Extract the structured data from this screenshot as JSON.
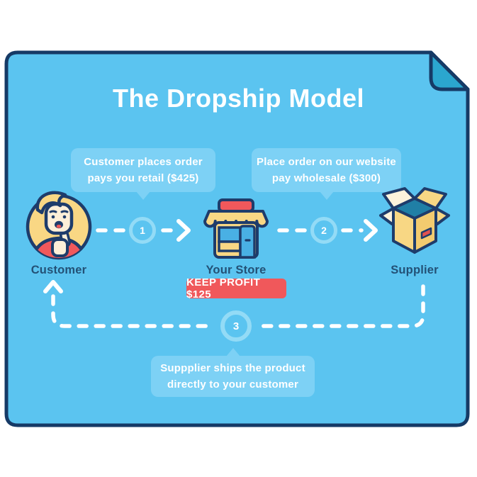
{
  "title": "The Dropship Model",
  "bubbles": {
    "customer_order": {
      "line1": "Customer places order",
      "line2": "pays you retail ($425)"
    },
    "store_order": {
      "line1": "Place order on our website",
      "line2": "pay wholesale ($300)"
    },
    "supplier_ships": {
      "line1": "Suppplier ships the product",
      "line2": "directly to your customer"
    }
  },
  "entities": [
    {
      "label": "Customer"
    },
    {
      "label": "Your Store"
    },
    {
      "label": "Supplier"
    }
  ],
  "steps": [
    {
      "number": "1"
    },
    {
      "number": "2"
    },
    {
      "number": "3"
    }
  ],
  "badge": {
    "label": "KEEP PROFIT $125"
  },
  "colors": {
    "card_bg": "#5bc4f0",
    "bubble_bg": "#7dd1f5",
    "outline_navy": "#163a66",
    "fold_teal": "#2ba6cf",
    "ring_blue": "#93dbf6",
    "label_navy": "#235176",
    "accent_red": "#f0585b",
    "accent_yellow": "#f8d784",
    "arrow_white": "#ffffff"
  }
}
